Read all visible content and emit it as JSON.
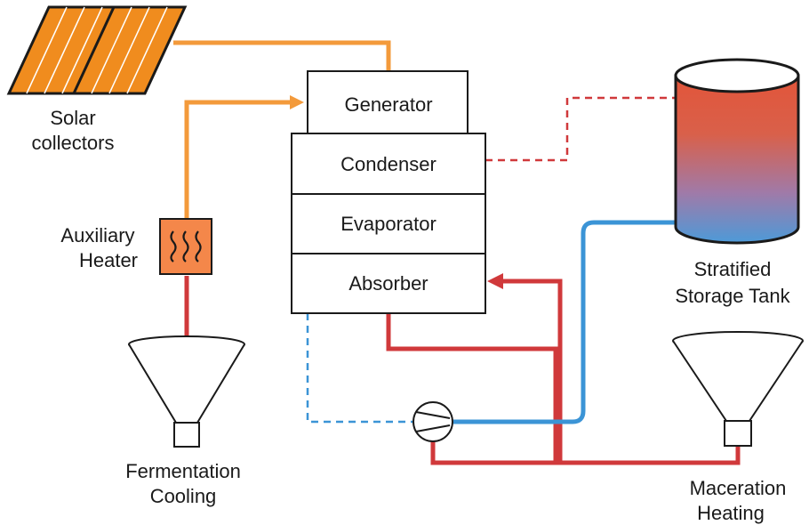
{
  "colors": {
    "hot_water": "#d0393b",
    "solar_loop": "#f39a3b",
    "cold_water": "#3b94d6",
    "collector_fill": "#f08c1e",
    "heater_fill": "#f4874a",
    "tank_top": "#e2553a",
    "tank_bottom": "#4d9ad8",
    "outline": "#1a1a1a"
  },
  "labels": {
    "solar_line1": "Solar",
    "solar_line2": "collectors",
    "aux_line1": "Auxiliary",
    "aux_line2": "Heater",
    "ferment_line1": "Fermentation",
    "ferment_line2": "Cooling",
    "tank_line1": "Stratified",
    "tank_line2": "Storage Tank",
    "mac_line1": "Maceration",
    "mac_line2": "Heating"
  },
  "chiller": {
    "generator": "Generator",
    "condenser": "Condenser",
    "evaporator": "Evaporator",
    "absorber": "Absorber"
  },
  "icons": {
    "heater": "heat-waves-icon",
    "pump": "pump-icon",
    "collector": "solar-panel-icon",
    "tank": "cylinder-tank-icon",
    "funnel": "funnel-icon"
  }
}
